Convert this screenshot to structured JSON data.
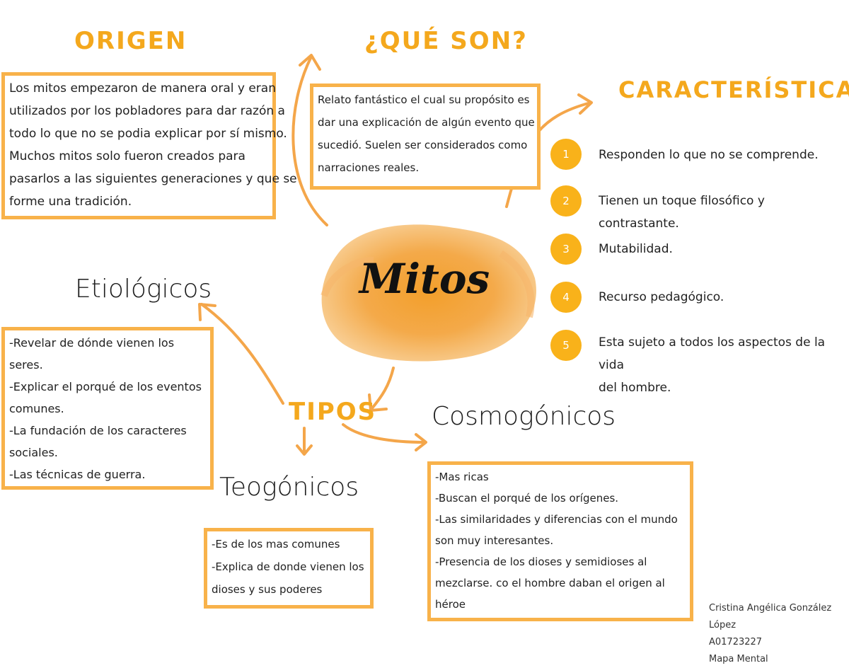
{
  "center": {
    "title": "Mitos"
  },
  "origen": {
    "heading": "ORIGEN",
    "lines": [
      "Los mitos empezaron de manera oral y eran",
      "utilizados por los pobladores para dar razón a",
      "todo lo que no se podia explicar por sí mismo.",
      "Muchos mitos solo fueron creados para",
      "pasarlos a las siguientes generaciones y que se",
      "forme una tradición."
    ]
  },
  "que_son": {
    "heading": "¿QUÉ SON?",
    "lines": [
      "Relato fantástico el cual su propósito es",
      "dar una explicación de algún evento que",
      "sucedió. Suelen ser considerados como",
      "narraciones reales."
    ]
  },
  "caracteristicas": {
    "heading": "CARACTERÍSTICAS",
    "items": [
      {
        "num": "1",
        "text": [
          "Responden lo que no se comprende."
        ]
      },
      {
        "num": "2",
        "text": [
          "Tienen un toque filosófico y contrastante."
        ]
      },
      {
        "num": "3",
        "text": [
          "Mutabilidad."
        ]
      },
      {
        "num": "4",
        "text": [
          "Recurso pedagógico."
        ]
      },
      {
        "num": "5",
        "text": [
          "Esta sujeto a todos los aspectos de la vida",
          "del hombre."
        ]
      }
    ]
  },
  "tipos": {
    "heading": "TIPOS",
    "etiologicos": {
      "title": "Etiológicos",
      "lines": [
        "-Revelar de dónde vienen los",
        "seres.",
        "-Explicar el porqué de los eventos",
        "comunes.",
        "-La fundación de los caracteres",
        "sociales.",
        "-Las técnicas de guerra."
      ]
    },
    "teogonicos": {
      "title": "Teogónicos",
      "lines": [
        "-Es de los mas comunes",
        "-Explica de donde vienen los",
        "dioses y sus poderes"
      ]
    },
    "cosmogonicos": {
      "title": "Cosmogónicos",
      "lines": [
        "-Mas ricas",
        "-Buscan el porqué de los orígenes.",
        "-Las similaridades y diferencias con el mundo",
        "son muy interesantes.",
        "-Presencia de los dioses y semidioses al",
        "mezclarse. co el hombre daban el origen al",
        "héroe"
      ]
    }
  },
  "signature": {
    "lines": [
      "Cristina Angélica González López",
      "A01723227",
      "Mapa Mental"
    ]
  },
  "colors": {
    "accent": "#f4a81d",
    "box_border": "#f8b24a",
    "circle": "#f9b21a",
    "blob": "#f39c2a"
  }
}
